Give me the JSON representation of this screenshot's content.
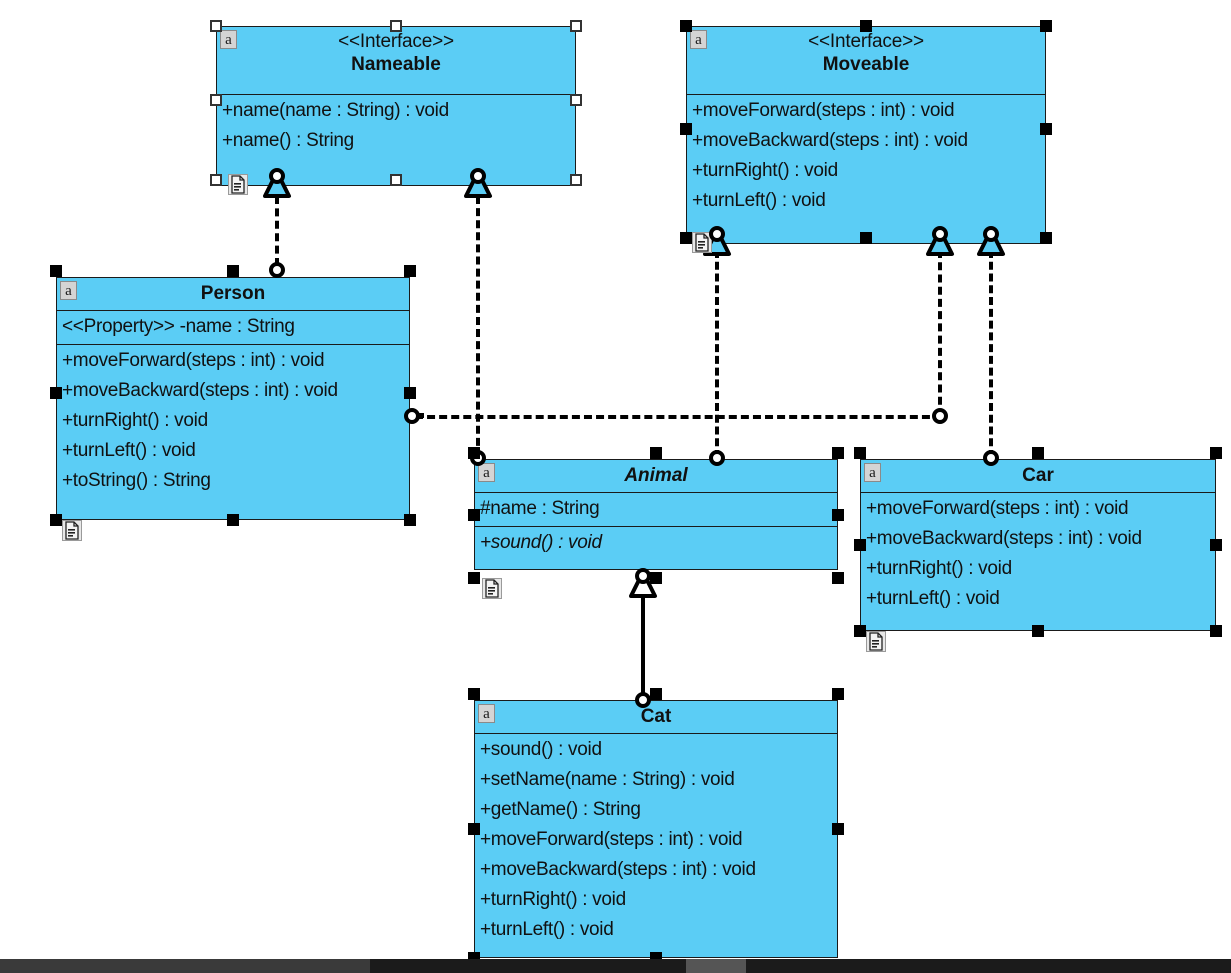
{
  "diagram": {
    "title": "UML Class Diagram",
    "fill_color": "#5BCDF5",
    "line_color": "#000000"
  },
  "badges": {
    "attribute_badge": "a",
    "doc_badge": "document-icon"
  },
  "classes": [
    {
      "id": "nameable",
      "stereotype": "<<Interface>>",
      "name": "Nameable",
      "abstract": false,
      "attributes": [],
      "methods": [
        "+name(name : String) : void",
        "+name() : String"
      ]
    },
    {
      "id": "moveable",
      "stereotype": "<<Interface>>",
      "name": "Moveable",
      "abstract": false,
      "attributes": [],
      "methods": [
        "+moveForward(steps : int) : void",
        "+moveBackward(steps : int) : void",
        "+turnRight() : void",
        "+turnLeft() : void"
      ]
    },
    {
      "id": "person",
      "stereotype": "",
      "name": "Person",
      "abstract": false,
      "attributes": [
        "<<Property>> -name : String"
      ],
      "methods": [
        "+moveForward(steps : int) : void",
        "+moveBackward(steps : int) : void",
        "+turnRight() : void",
        "+turnLeft() : void",
        "+toString() : String"
      ]
    },
    {
      "id": "animal",
      "stereotype": "",
      "name": "Animal",
      "abstract": true,
      "attributes": [
        "#name : String"
      ],
      "methods": [
        "+sound() : void"
      ],
      "abstract_methods": [
        0
      ]
    },
    {
      "id": "car",
      "stereotype": "",
      "name": "Car",
      "abstract": false,
      "attributes": [],
      "methods": [
        "+moveForward(steps : int) : void",
        "+moveBackward(steps : int) : void",
        "+turnRight() : void",
        "+turnLeft() : void"
      ]
    },
    {
      "id": "cat",
      "stereotype": "",
      "name": "Cat",
      "abstract": false,
      "attributes": [],
      "methods": [
        "+sound() : void",
        "+setName(name : String) : void",
        "+getName() : String",
        "+moveForward(steps : int) : void",
        "+moveBackward(steps : int) : void",
        "+turnRight() : void",
        "+turnLeft() : void"
      ]
    }
  ],
  "relationships": [
    {
      "id": "person-nameable",
      "type": "realization",
      "from": "Person",
      "to": "Nameable",
      "line": "dashed",
      "arrow": "hollow-triangle"
    },
    {
      "id": "animal-nameable",
      "type": "realization",
      "from": "Animal",
      "to": "Nameable",
      "line": "dashed",
      "arrow": "hollow-triangle"
    },
    {
      "id": "animal-moveable",
      "type": "realization",
      "from": "Animal",
      "to": "Moveable",
      "line": "dashed",
      "arrow": "hollow-triangle"
    },
    {
      "id": "person-moveable",
      "type": "realization",
      "from": "Person",
      "to": "Moveable",
      "line": "dashed",
      "arrow": "hollow-triangle"
    },
    {
      "id": "car-moveable",
      "type": "realization",
      "from": "Car",
      "to": "Moveable",
      "line": "dashed",
      "arrow": "hollow-triangle"
    },
    {
      "id": "cat-animal",
      "type": "generalization",
      "from": "Cat",
      "to": "Animal",
      "line": "solid",
      "arrow": "hollow-triangle"
    }
  ],
  "selection": {
    "primary": [
      "moveable",
      "person",
      "animal",
      "car",
      "cat"
    ],
    "secondary": [
      "nameable"
    ]
  }
}
